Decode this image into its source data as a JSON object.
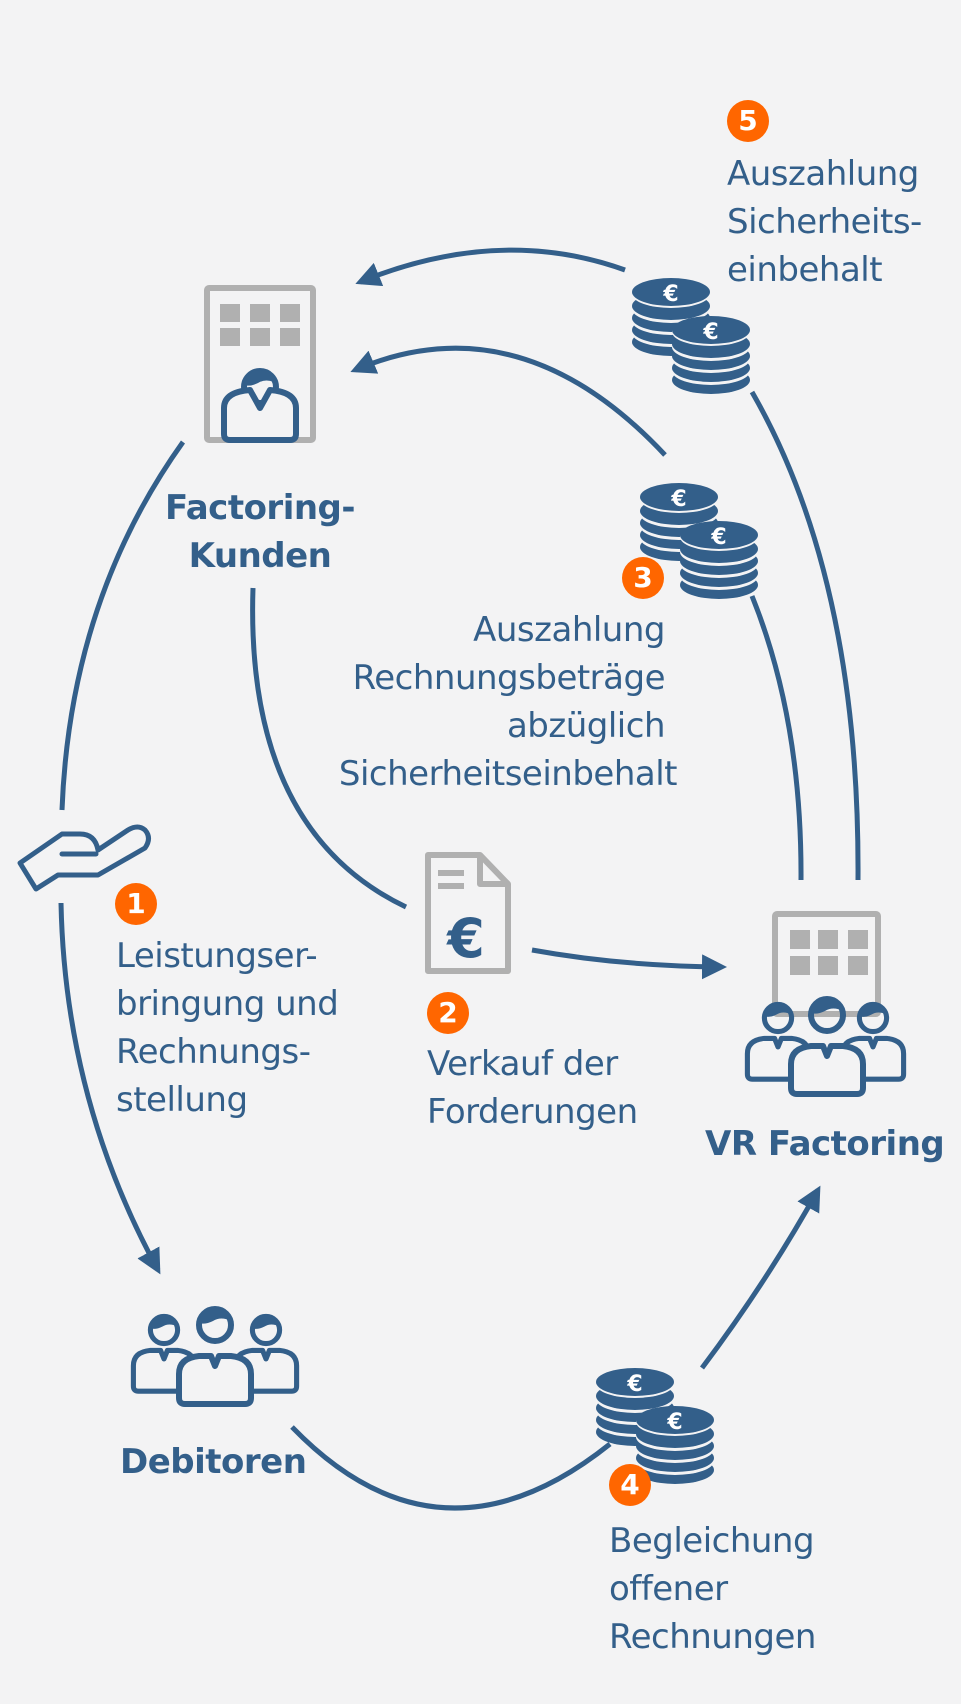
{
  "colors": {
    "primary": "#335f8a",
    "accent": "#ff6600",
    "icon_gray": "#b0b0b0",
    "background": "#f3f3f4"
  },
  "actors": {
    "customer": {
      "label_lines": [
        "Factoring-",
        "Kunden"
      ],
      "icon": "building-person-icon"
    },
    "vr": {
      "label_lines": [
        "VR Factoring"
      ],
      "icon": "building-group-icon"
    },
    "debtors": {
      "label_lines": [
        "Debitoren"
      ],
      "icon": "people-group-icon"
    }
  },
  "steps": [
    {
      "number": "1",
      "icon": "hand-icon",
      "text_lines": [
        "Leistungser-",
        "bringung und",
        "Rechnungs-",
        "stellung"
      ]
    },
    {
      "number": "2",
      "icon": "invoice-euro-icon",
      "text_lines": [
        "Verkauf der",
        "Forderungen"
      ]
    },
    {
      "number": "3",
      "icon": "euro-coins-icon",
      "text_lines": [
        "Auszahlung",
        "Rechnungsbeträge",
        "abzüglich",
        "Sicherheitseinbehalt"
      ]
    },
    {
      "number": "4",
      "icon": "euro-coins-icon",
      "text_lines": [
        "Begleichung",
        "offener",
        "Rechnungen"
      ]
    },
    {
      "number": "5",
      "icon": "euro-coins-icon",
      "text_lines": [
        "Auszahlung",
        "Sicherheits-",
        "einbehalt"
      ]
    }
  ]
}
